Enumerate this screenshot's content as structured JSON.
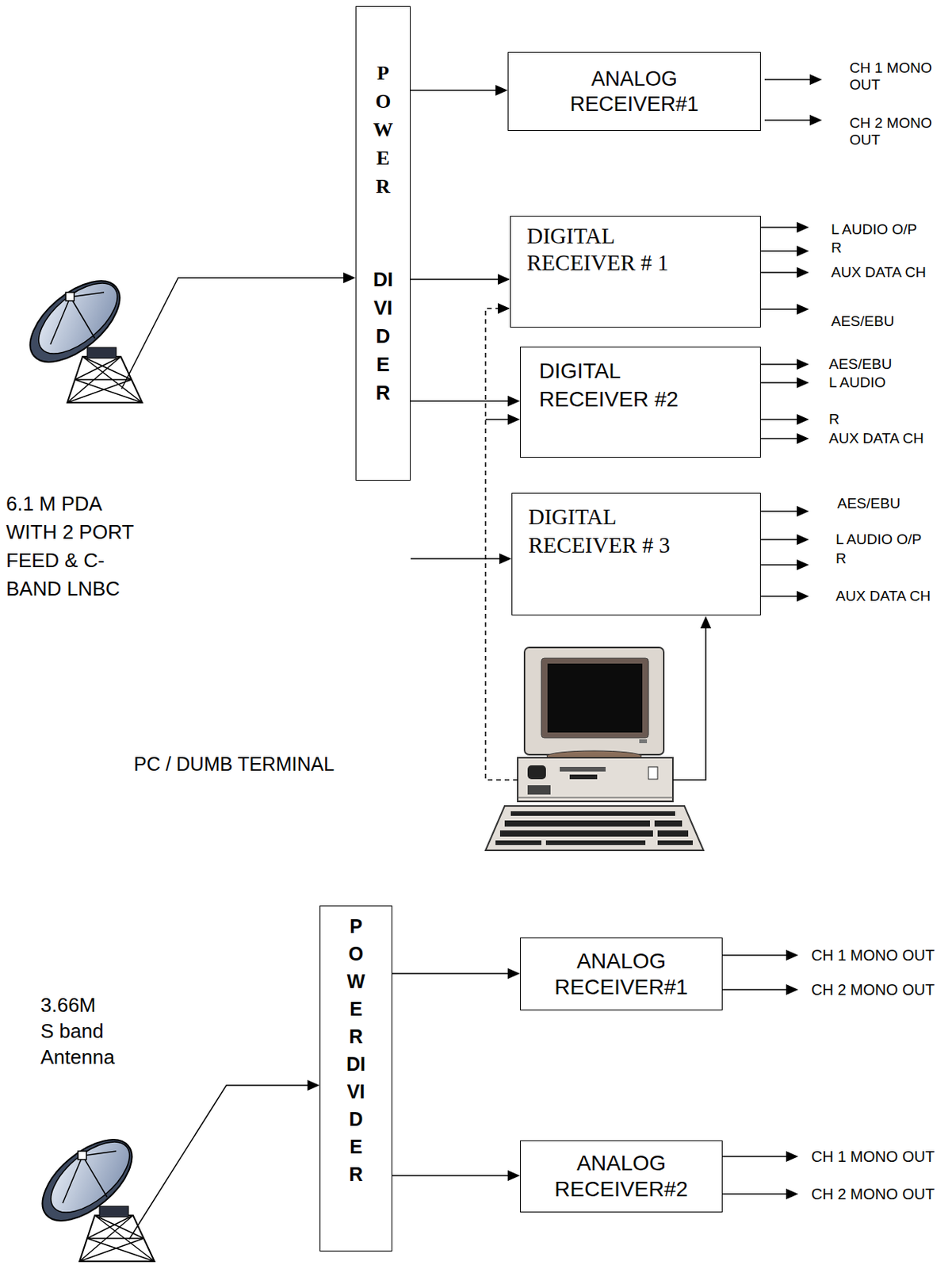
{
  "diagram": {
    "nodes": [
      {
        "text": [
          "POWER",
          "DIVIDER"
        ]
      },
      {
        "text": [
          "ANALOG RECEIVER#1"
        ]
      },
      {
        "text": [
          "DIGITAL RECEIVER # 1"
        ]
      },
      {
        "text": [
          "DIGITAL RECEIVER #2"
        ]
      },
      {
        "text": [
          "DIGITAL RECEIVER # 3"
        ]
      },
      {
        "text": [
          "POWERDIVIDER"
        ]
      },
      {
        "text": [
          "ANALOG RECEIVER#1"
        ]
      },
      {
        "text": [
          "ANALOG RECEIVER#2"
        ]
      }
    ],
    "edges": [
      {
        "from": 0,
        "to": 1,
        "arrow": "to"
      },
      {
        "from": 0,
        "to": 2,
        "arrow": "to"
      },
      {
        "from": 0,
        "to": 3,
        "arrow": "to"
      },
      {
        "from": 5,
        "to": 6,
        "arrow": "to"
      },
      {
        "from": 5,
        "to": 7,
        "arrow": "to"
      }
    ],
    "labels": [
      "CH 1 MONO OUT",
      "CH 2 MONO OUT",
      "L AUDIO O/P",
      "R",
      "AUX DATA CH",
      "AES/EBU",
      "AES/EBU",
      "L AUDIO",
      "R",
      "AUX DATA CH",
      "AES/EBU",
      "L AUDIO O/P",
      "R",
      "AUX DATA CH",
      "6.1 M PDA WITH 2 PORT FEED & C-BAND LNBC",
      "PC / DUMB TERMINAL",
      "3.66M S band Antenna",
      "CH 1 MONO OUT",
      "CH 2 MONO OUT",
      "CH 1 MONO OUT",
      "CH 2 MONO OUT"
    ]
  }
}
